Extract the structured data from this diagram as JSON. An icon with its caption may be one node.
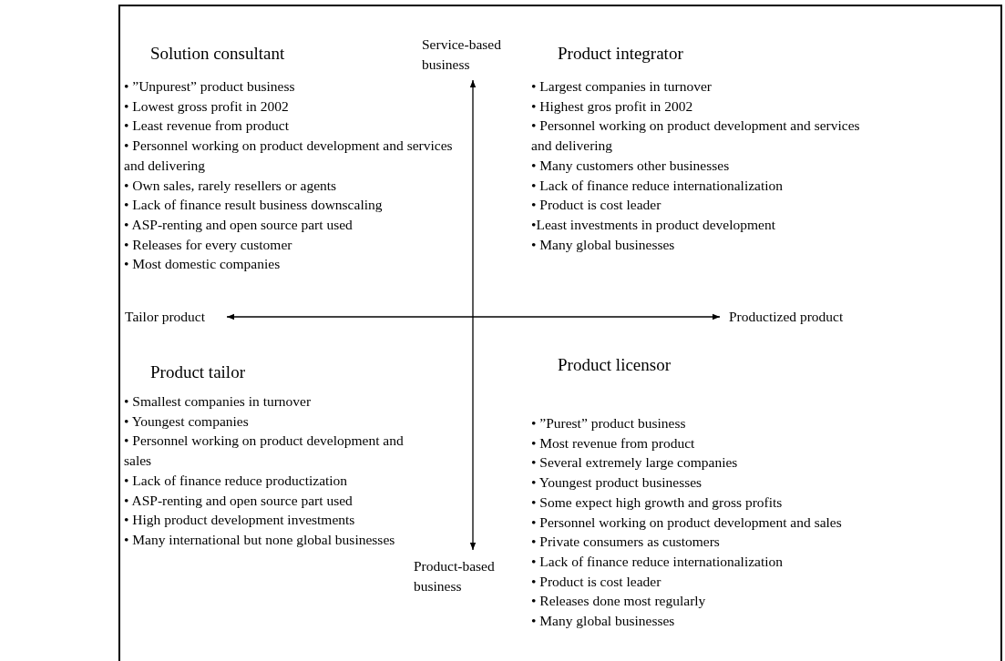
{
  "diagram": {
    "labels": [
      "Solution consultant",
      "Service-based business",
      "Product integrator",
      "• ”Unpurest” product business",
      "• Lowest gross profit in 2002",
      "• Least revenue from product",
      "• Personnel working on product development and services and delivering",
      "• Own sales, rarely resellers or agents",
      "• Lack of finance result business downscaling",
      "• ASP-renting and open source part used",
      "• Releases for every customer",
      "• Most domestic companies",
      "• Largest companies in turnover",
      "• Highest gros profit in 2002",
      "• Personnel working on product development and services and delivering",
      "• Many customers other businesses",
      "• Lack of finance reduce internationalization",
      "• Product is cost leader",
      "•Least investments in product development",
      "• Many global businesses",
      "Tailor product",
      "Productized product",
      "Product tailor",
      "Product licensor",
      "• Smallest companies in turnover",
      "• Youngest companies",
      "• Personnel working on product development and sales",
      "• Lack of finance reduce productization",
      "• ASP-renting and open source part used",
      "• High product development investments",
      "• Many international but none global businesses",
      "• ”Purest” product business",
      "• Most revenue from product",
      "• Several extremely large companies",
      "• Youngest product businesses",
      "• Some expect high growth and gross profits",
      "• Personnel working on product development and sales",
      "• Private consumers as customers",
      "• Lack of finance reduce internationalization",
      "• Product is cost leader",
      "• Releases done most regularly",
      "• Many global businesses",
      "Product-based business"
    ]
  }
}
